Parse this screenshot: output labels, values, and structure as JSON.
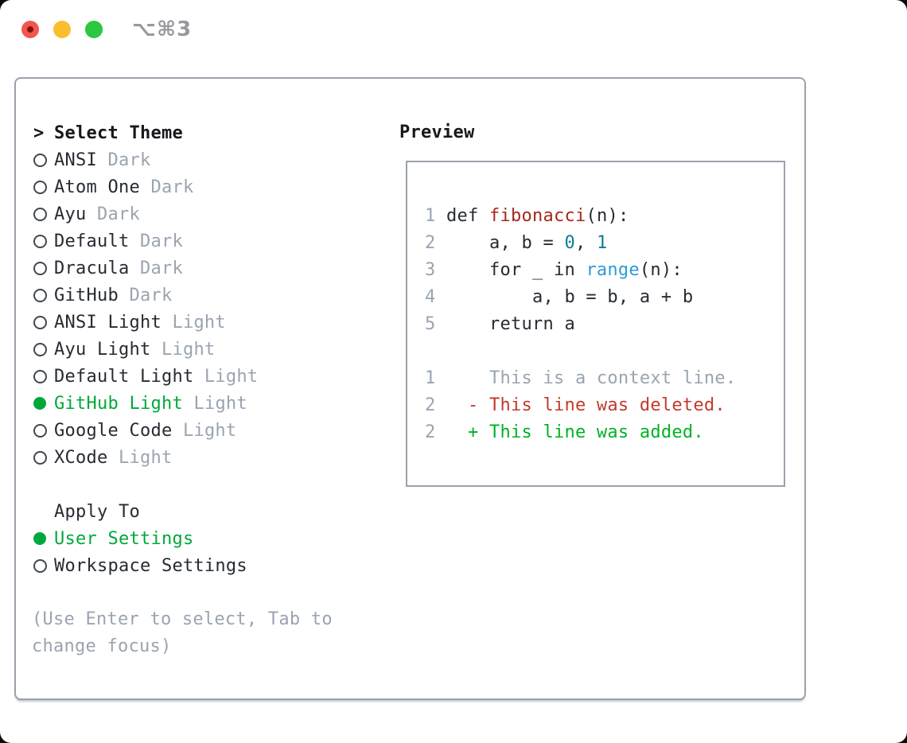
{
  "window": {
    "title": "⌥⌘3",
    "traffic_lights": [
      {
        "name": "close",
        "color": "#f2564d"
      },
      {
        "name": "minimize",
        "color": "#fcbd2f"
      },
      {
        "name": "zoom",
        "color": "#2bc73f"
      }
    ]
  },
  "theme_selector": {
    "prompt": ">",
    "header": "Select Theme",
    "items": [
      {
        "name": "ANSI",
        "variant": "Dark",
        "selected": false
      },
      {
        "name": "Atom One",
        "variant": "Dark",
        "selected": false
      },
      {
        "name": "Ayu",
        "variant": "Dark",
        "selected": false
      },
      {
        "name": "Default",
        "variant": "Dark",
        "selected": false
      },
      {
        "name": "Dracula",
        "variant": "Dark",
        "selected": false
      },
      {
        "name": "GitHub",
        "variant": "Dark",
        "selected": false
      },
      {
        "name": "ANSI Light",
        "variant": "Light",
        "selected": false
      },
      {
        "name": "Ayu Light",
        "variant": "Light",
        "selected": false
      },
      {
        "name": "Default Light",
        "variant": "Light",
        "selected": false
      },
      {
        "name": "GitHub Light",
        "variant": "Light",
        "selected": true
      },
      {
        "name": "Google Code",
        "variant": "Light",
        "selected": false
      },
      {
        "name": "XCode",
        "variant": "Light",
        "selected": false
      }
    ]
  },
  "apply_to": {
    "header": "Apply To",
    "options": [
      {
        "label": "User Settings",
        "selected": true
      },
      {
        "label": "Workspace Settings",
        "selected": false
      }
    ]
  },
  "help_lines": [
    "(Use Enter to select, Tab to",
    "change focus)"
  ],
  "preview": {
    "header": "Preview",
    "code_lines": [
      {
        "number": "1",
        "tokens": [
          {
            "t": "def ",
            "c": "t"
          },
          {
            "t": "fibonacci",
            "c": "fn"
          },
          {
            "t": "(n):",
            "c": "t"
          }
        ]
      },
      {
        "number": "2",
        "tokens": [
          {
            "t": "    a, b = ",
            "c": "t"
          },
          {
            "t": "0",
            "c": "num"
          },
          {
            "t": ", ",
            "c": "t"
          },
          {
            "t": "1",
            "c": "num"
          }
        ]
      },
      {
        "number": "3",
        "tokens": [
          {
            "t": "    for _ in ",
            "c": "t"
          },
          {
            "t": "range",
            "c": "bi"
          },
          {
            "t": "(n):",
            "c": "t"
          }
        ]
      },
      {
        "number": "4",
        "tokens": [
          {
            "t": "        a, b = b, a + b",
            "c": "t"
          }
        ]
      },
      {
        "number": "5",
        "tokens": [
          {
            "t": "    return a",
            "c": "t"
          }
        ]
      },
      {
        "number": "",
        "tokens": []
      },
      {
        "number": "1",
        "tokens": [
          {
            "t": "    This is a context line.",
            "c": "ctx"
          }
        ]
      },
      {
        "number": "2",
        "tokens": [
          {
            "t": "  - This line was deleted.",
            "c": "del"
          }
        ]
      },
      {
        "number": "2",
        "tokens": [
          {
            "t": "  + This line was added.",
            "c": "add"
          }
        ]
      }
    ]
  },
  "colors": {
    "selection_green": "#00a83c",
    "diff_added_green": "#00b324",
    "diff_deleted_red": "#c23a2b",
    "function_red": "#a5281e",
    "number_teal": "#0b7e8a",
    "builtin_blue": "#2e9bd6",
    "muted_gray": "#9aa4b1",
    "text_dark": "#262b33",
    "border_gray": "#9aa2ad"
  }
}
